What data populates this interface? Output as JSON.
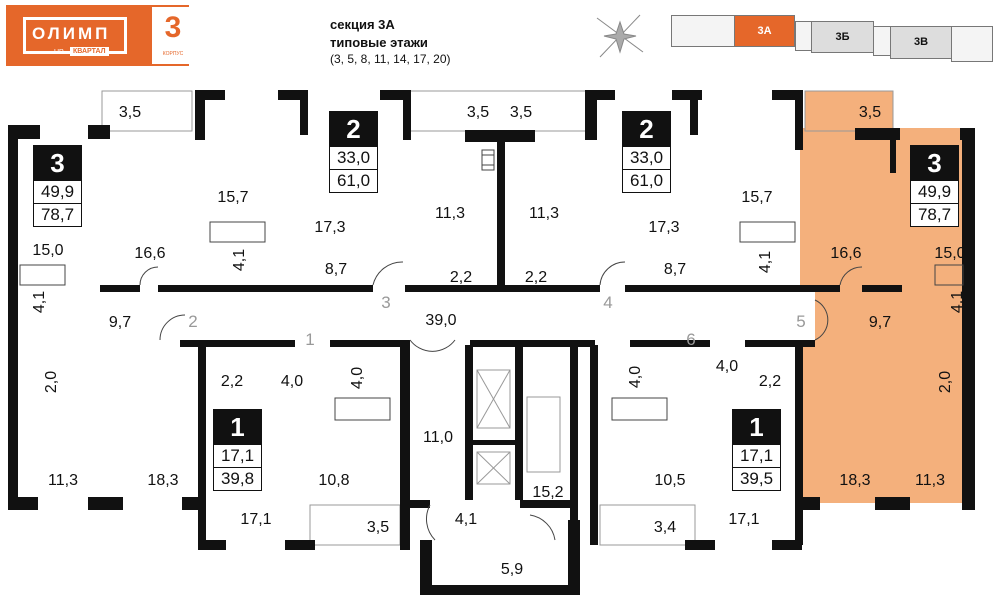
{
  "logo": {
    "name": "ОЛИМП",
    "up": "UP",
    "kvartal": "КВАРТАЛ",
    "korpus_num": "3",
    "korpus_label": "КОРПУС"
  },
  "section": {
    "title_line1": "секция 3А",
    "title_line2": "типовые этажи",
    "floors": "(3, 5, 8, 11, 14, 17, 20)"
  },
  "minimap": {
    "sections": [
      "3А",
      "3Б",
      "3В"
    ],
    "active": "3А",
    "active_color": "#e5672a"
  },
  "colors": {
    "highlight": "#f4b07c",
    "wall": "#111111",
    "accent": "#e5672a"
  },
  "apartments": [
    {
      "rooms": "3",
      "living": "49,9",
      "total": "78,7"
    },
    {
      "rooms": "2",
      "living": "33,0",
      "total": "61,0"
    },
    {
      "rooms": "2",
      "living": "33,0",
      "total": "61,0"
    },
    {
      "rooms": "3",
      "living": "49,9",
      "total": "78,7"
    },
    {
      "rooms": "1",
      "living": "17,1",
      "total": "39,8"
    },
    {
      "rooms": "1",
      "living": "17,1",
      "total": "39,5"
    }
  ],
  "rooms": {
    "a1": [
      "3,5",
      "15,0",
      "16,6",
      "4,1",
      "9,7",
      "2,0",
      "11,3",
      "18,3"
    ],
    "a2": [
      "15,7",
      "17,3",
      "8,7",
      "11,3",
      "2,2",
      "3,5",
      "4,1"
    ],
    "a3": [
      "3,5",
      "11,3",
      "2,2",
      "17,3",
      "8,7",
      "15,7",
      "4,1"
    ],
    "a4": [
      "3,5",
      "16,6",
      "15,0",
      "9,7",
      "4,1",
      "2,0",
      "18,3",
      "11,3"
    ],
    "a5": [
      "2,2",
      "4,0",
      "4,0",
      "17,1",
      "10,8",
      "3,5"
    ],
    "a6": [
      "4,0",
      "2,2",
      "4,0",
      "17,1",
      "10,5",
      "3,4"
    ],
    "common": [
      "39,0",
      "11,0",
      "4,1",
      "15,2",
      "5,9"
    ]
  },
  "doors": [
    "1",
    "2",
    "3",
    "4",
    "5",
    "6"
  ]
}
